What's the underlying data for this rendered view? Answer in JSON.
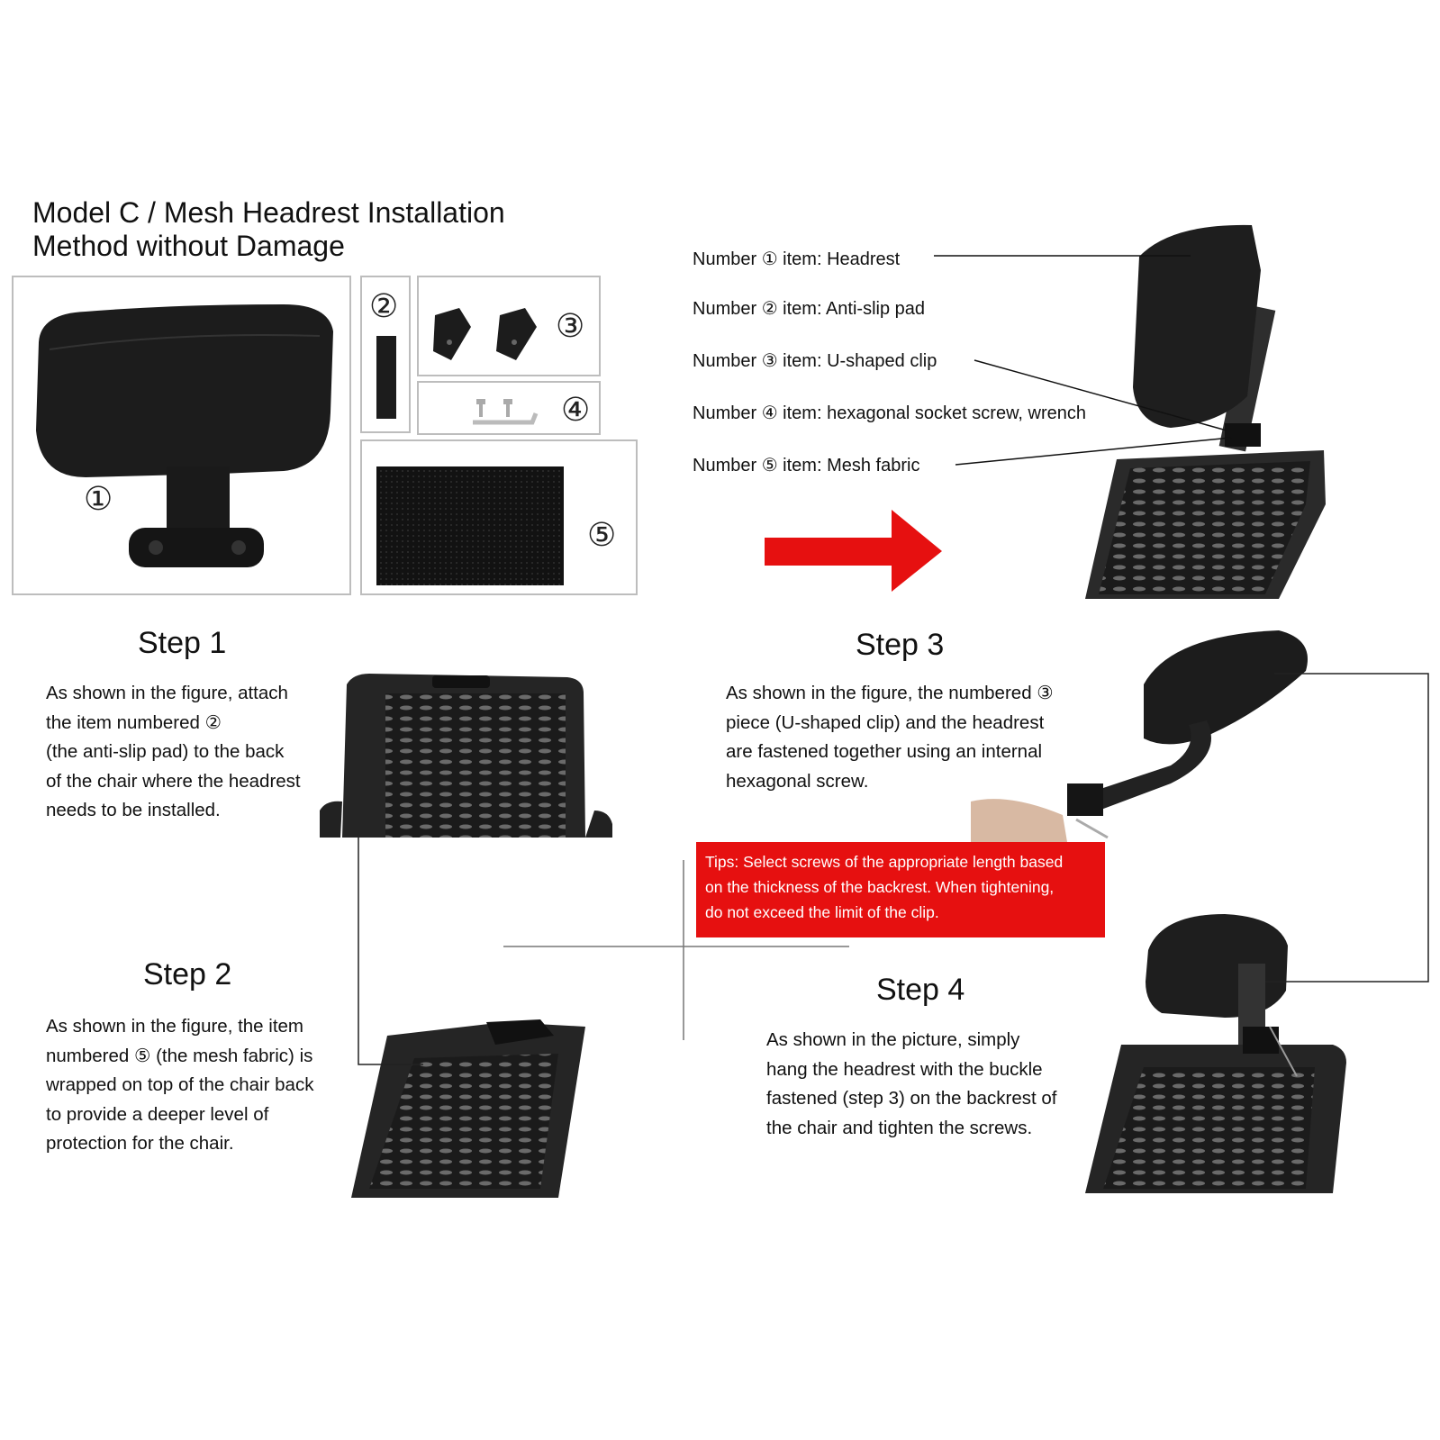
{
  "title": {
    "line1": "Model C / Mesh Headrest Installation",
    "line2": "Method without Damage"
  },
  "parts": {
    "n1": "①",
    "n2": "②",
    "n3": "③",
    "n4": "④",
    "n5": "⑤"
  },
  "callouts": [
    "Number ① item: Headrest",
    "Number ② item: Anti-slip pad",
    "Number ③ item: U-shaped clip",
    "Number ④ item: hexagonal socket screw, wrench",
    "Number ⑤ item: Mesh fabric"
  ],
  "steps": {
    "step1": {
      "heading": "Step 1",
      "lines": [
        "As shown in the figure, attach",
        "the item numbered ②",
        "(the anti-slip pad) to the back",
        "of the chair where the headrest",
        "needs to be installed."
      ]
    },
    "step2": {
      "heading": "Step 2",
      "lines": [
        "As shown in the figure, the item",
        "numbered ⑤ (the mesh fabric) is",
        "wrapped on top of the chair back",
        "to provide a deeper level of",
        "protection for the chair."
      ]
    },
    "step3": {
      "heading": "Step 3",
      "lines": [
        "As shown in the figure, the numbered ③",
        "piece (U-shaped clip) and the headrest",
        "are fastened together using an internal",
        "hexagonal screw."
      ]
    },
    "step4": {
      "heading": "Step 4",
      "lines": [
        "As shown in the picture, simply",
        "hang the headrest with the buckle",
        "fastened (step 3) on the backrest of",
        "the chair and tighten the screws."
      ]
    }
  },
  "tips": {
    "lines": [
      "Tips: Select screws of the appropriate length based",
      "on the thickness of the backrest. When tightening,",
      "do not exceed the limit of the clip."
    ]
  },
  "colors": {
    "accent_red": "#e61010",
    "border_gray": "#bdbdbd",
    "product_black": "#1c1c1c"
  }
}
